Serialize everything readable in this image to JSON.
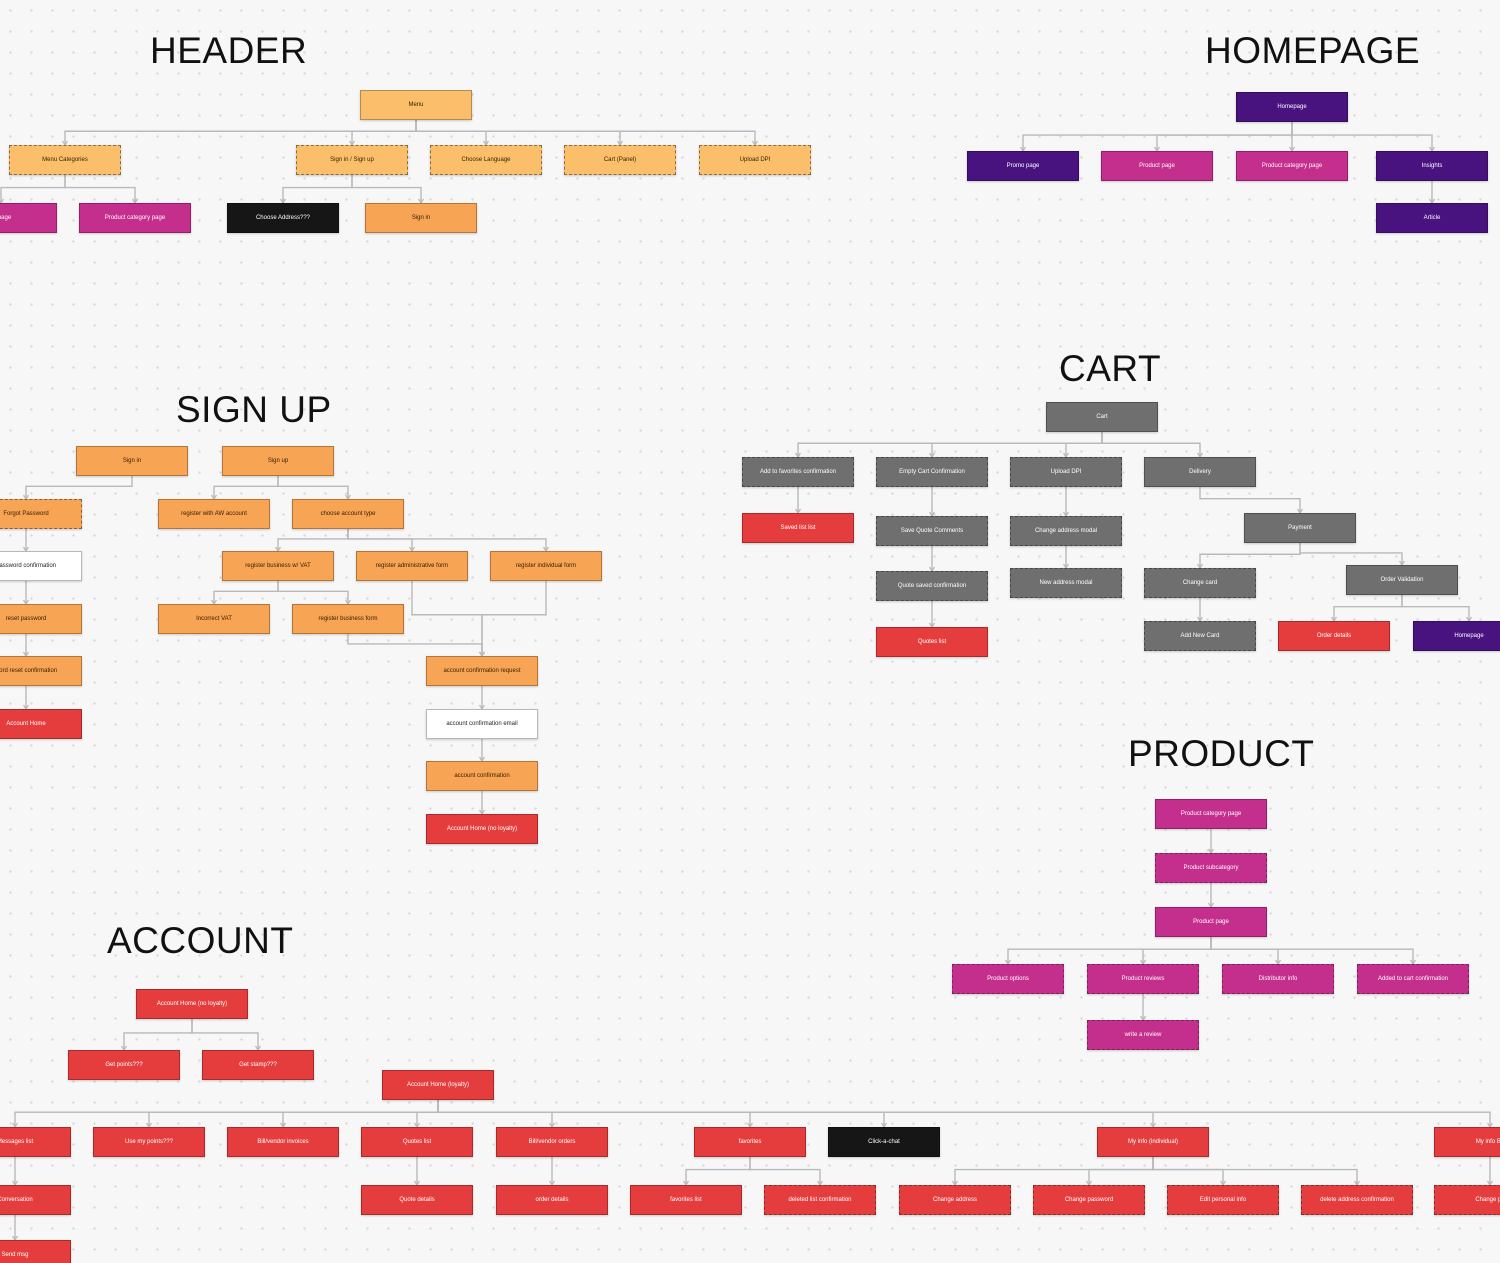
{
  "colors": {
    "orange": "#f7a455",
    "light_orange": "#fbbf6b",
    "red": "#e53d3d",
    "magenta": "#c42e8c",
    "purple": "#48127f",
    "gray": "#6f6f6f",
    "black": "#161616",
    "white": "#ffffff",
    "connector": "#b9b9b9",
    "canvas_dots": "#d4d4d4"
  },
  "sections": [
    {
      "id": "header",
      "title": "HEADER"
    },
    {
      "id": "homepage",
      "title": "HOMEPAGE"
    },
    {
      "id": "signup",
      "title": "SIGN UP"
    },
    {
      "id": "cart",
      "title": "CART"
    },
    {
      "id": "product",
      "title": "PRODUCT"
    },
    {
      "id": "account",
      "title": "ACCOUNT"
    }
  ],
  "nodes": [
    {
      "id": "h_menu",
      "label": "Menu",
      "color": "light_orange"
    },
    {
      "id": "h_menu_cat",
      "label": "Menu Categories",
      "color": "light_orange",
      "dashed": true
    },
    {
      "id": "h_signin",
      "label": "Sign in / Sign up",
      "color": "light_orange",
      "dashed": true
    },
    {
      "id": "h_lang",
      "label": "Choose Language",
      "color": "light_orange",
      "dashed": true
    },
    {
      "id": "h_cart",
      "label": "Cart (Panel)",
      "color": "light_orange",
      "dashed": true
    },
    {
      "id": "h_upload",
      "label": "Upload DPI",
      "color": "light_orange",
      "dashed": true
    },
    {
      "id": "h_promo",
      "label": "er page",
      "color": "magenta"
    },
    {
      "id": "h_prodcat",
      "label": "Product category page",
      "color": "magenta"
    },
    {
      "id": "h_address",
      "label": "Choose Address???",
      "color": "black"
    },
    {
      "id": "h_signin2",
      "label": "Sign in",
      "color": "orange"
    },
    {
      "id": "hp_home",
      "label": "Homepage",
      "color": "purple"
    },
    {
      "id": "hp_promo",
      "label": "Promo page",
      "color": "purple"
    },
    {
      "id": "hp_product",
      "label": "Product page",
      "color": "magenta"
    },
    {
      "id": "hp_prodcat",
      "label": "Product category page",
      "color": "magenta"
    },
    {
      "id": "hp_insights",
      "label": "Insights",
      "color": "purple"
    },
    {
      "id": "hp_article",
      "label": "Article",
      "color": "purple"
    },
    {
      "id": "s_signin",
      "label": "Sign in",
      "color": "orange"
    },
    {
      "id": "s_signup",
      "label": "Sign up",
      "color": "orange"
    },
    {
      "id": "s_forgot",
      "label": "Forgot Password",
      "color": "orange",
      "dashed": true
    },
    {
      "id": "s_pwconf",
      "label": "password confirmation",
      "color": "white"
    },
    {
      "id": "s_reset",
      "label": "reset password",
      "color": "orange"
    },
    {
      "id": "s_pwreset",
      "label": "word reset confirmation",
      "color": "orange"
    },
    {
      "id": "s_acchome",
      "label": "Account Home",
      "color": "red"
    },
    {
      "id": "s_register_aw",
      "label": "register with AW account",
      "color": "orange"
    },
    {
      "id": "s_choose_type",
      "label": "choose account type",
      "color": "orange"
    },
    {
      "id": "s_reg_vat",
      "label": "register business w/ VAT",
      "color": "orange"
    },
    {
      "id": "s_reg_admin",
      "label": "register administrative form",
      "color": "orange"
    },
    {
      "id": "s_reg_indiv",
      "label": "register individual form",
      "color": "orange"
    },
    {
      "id": "s_incorrect_vat",
      "label": "Incorrect VAT",
      "color": "orange"
    },
    {
      "id": "s_reg_biz_form",
      "label": "register business form",
      "color": "orange"
    },
    {
      "id": "s_acc_conf_req",
      "label": "account confirmation request",
      "color": "orange"
    },
    {
      "id": "s_acc_conf_email",
      "label": "account confirmation email",
      "color": "white"
    },
    {
      "id": "s_acc_confirm",
      "label": "account confirmation",
      "color": "orange"
    },
    {
      "id": "s_acc_home_loyal",
      "label": "Account Home (no loyalty)",
      "color": "red"
    },
    {
      "id": "c_cart",
      "label": "Cart",
      "color": "gray"
    },
    {
      "id": "c_fav_conf",
      "label": "Add to favorites confirmation",
      "color": "gray",
      "dashed": true
    },
    {
      "id": "c_empty_conf",
      "label": "Empty Cart Confirmation",
      "color": "gray",
      "dashed": true
    },
    {
      "id": "c_upload",
      "label": "Upload DPI",
      "color": "gray",
      "dashed": true
    },
    {
      "id": "c_delivery",
      "label": "Delivery",
      "color": "gray"
    },
    {
      "id": "c_saved_list",
      "label": "Saved list list",
      "color": "red"
    },
    {
      "id": "c_save_quote",
      "label": "Save Quote Comments",
      "color": "gray",
      "dashed": true
    },
    {
      "id": "c_change_addr",
      "label": "Change address modal",
      "color": "gray",
      "dashed": true
    },
    {
      "id": "c_payment",
      "label": "Payment",
      "color": "gray"
    },
    {
      "id": "c_quote_saved",
      "label": "Quote saved confirmation",
      "color": "gray",
      "dashed": true
    },
    {
      "id": "c_new_addr",
      "label": "New address modal",
      "color": "gray",
      "dashed": true
    },
    {
      "id": "c_change_card",
      "label": "Change card",
      "color": "gray",
      "dashed": true
    },
    {
      "id": "c_order_valid",
      "label": "Order Validation",
      "color": "gray"
    },
    {
      "id": "c_quotes",
      "label": "Quotes list",
      "color": "red"
    },
    {
      "id": "c_add_card",
      "label": "Add New Card",
      "color": "gray",
      "dashed": true
    },
    {
      "id": "c_order_details",
      "label": "Order details",
      "color": "red"
    },
    {
      "id": "c_homepage",
      "label": "Homepage",
      "color": "purple"
    },
    {
      "id": "p_cat",
      "label": "Product category page",
      "color": "magenta"
    },
    {
      "id": "p_subcat",
      "label": "Product subcategory",
      "color": "magenta",
      "dashed": true
    },
    {
      "id": "p_page",
      "label": "Product page",
      "color": "magenta"
    },
    {
      "id": "p_options",
      "label": "Product options",
      "color": "magenta",
      "dashed": true
    },
    {
      "id": "p_reviews",
      "label": "Product reviews",
      "color": "magenta",
      "dashed": true
    },
    {
      "id": "p_distrib",
      "label": "Distributor info",
      "color": "magenta",
      "dashed": true
    },
    {
      "id": "p_added",
      "label": "Added to cart confirmation",
      "color": "magenta",
      "dashed": true
    },
    {
      "id": "p_write",
      "label": "write a review",
      "color": "magenta",
      "dashed": true
    },
    {
      "id": "a_home_loyal",
      "label": "Account Home (no loyalty)",
      "color": "red"
    },
    {
      "id": "a_get_points",
      "label": "Get points???",
      "color": "red"
    },
    {
      "id": "a_get_stamp",
      "label": "Get stamp???",
      "color": "red"
    },
    {
      "id": "a_home_loyalty",
      "label": "Account Home (loyalty)",
      "color": "red"
    },
    {
      "id": "a_messages",
      "label": "Messages list",
      "color": "red"
    },
    {
      "id": "a_use_points",
      "label": "Use my points???",
      "color": "red"
    },
    {
      "id": "a_invoices",
      "label": "Bill/vendor invoices",
      "color": "red"
    },
    {
      "id": "a_quotes",
      "label": "Quotes list",
      "color": "red"
    },
    {
      "id": "a_orders",
      "label": "Bill/vendor orders",
      "color": "red"
    },
    {
      "id": "a_favorites",
      "label": "favorites",
      "color": "red"
    },
    {
      "id": "a_chat",
      "label": "Click-a-chat",
      "color": "black"
    },
    {
      "id": "a_my_info",
      "label": "My info (individual)",
      "color": "red"
    },
    {
      "id": "a_my_info_b",
      "label": "My info Bu",
      "color": "red"
    },
    {
      "id": "a_conversation",
      "label": "Conversation",
      "color": "red"
    },
    {
      "id": "a_quote_details",
      "label": "Quote details",
      "color": "red"
    },
    {
      "id": "a_order_details",
      "label": "order details",
      "color": "red"
    },
    {
      "id": "a_fav_list",
      "label": "favorites list",
      "color": "red"
    },
    {
      "id": "a_del_conf",
      "label": "deleted list confirmation",
      "color": "red",
      "dashed": true
    },
    {
      "id": "a_change_addr",
      "label": "Change address",
      "color": "red",
      "dashed": true
    },
    {
      "id": "a_change_pw",
      "label": "Change password",
      "color": "red",
      "dashed": true
    },
    {
      "id": "a_edit_info",
      "label": "Edit personal info",
      "color": "red",
      "dashed": true
    },
    {
      "id": "a_del_addr",
      "label": "delete address confirmation",
      "color": "red",
      "dashed": true
    },
    {
      "id": "a_change_b",
      "label": "Change pa",
      "color": "red",
      "dashed": true
    },
    {
      "id": "a_new_msg",
      "label": "Send msg",
      "color": "red"
    }
  ],
  "edges": [
    [
      "h_menu",
      "h_menu_cat"
    ],
    [
      "h_menu",
      "h_signin"
    ],
    [
      "h_menu",
      "h_lang"
    ],
    [
      "h_menu",
      "h_cart"
    ],
    [
      "h_menu",
      "h_upload"
    ],
    [
      "h_menu_cat",
      "h_promo"
    ],
    [
      "h_menu_cat",
      "h_prodcat"
    ],
    [
      "h_signin",
      "h_address"
    ],
    [
      "h_signin",
      "h_signin2"
    ],
    [
      "hp_home",
      "hp_promo"
    ],
    [
      "hp_home",
      "hp_product"
    ],
    [
      "hp_home",
      "hp_prodcat"
    ],
    [
      "hp_home",
      "hp_insights"
    ],
    [
      "hp_insights",
      "hp_article"
    ],
    [
      "s_signin",
      "s_forgot"
    ],
    [
      "s_forgot",
      "s_pwconf"
    ],
    [
      "s_pwconf",
      "s_reset"
    ],
    [
      "s_reset",
      "s_pwreset"
    ],
    [
      "s_pwreset",
      "s_acchome"
    ],
    [
      "s_signup",
      "s_register_aw"
    ],
    [
      "s_signup",
      "s_choose_type"
    ],
    [
      "s_choose_type",
      "s_reg_vat"
    ],
    [
      "s_choose_type",
      "s_reg_admin"
    ],
    [
      "s_choose_type",
      "s_reg_indiv"
    ],
    [
      "s_reg_vat",
      "s_incorrect_vat"
    ],
    [
      "s_reg_vat",
      "s_reg_biz_form"
    ],
    [
      "s_reg_biz_form",
      "s_acc_conf_req"
    ],
    [
      "s_reg_admin",
      "s_acc_conf_req"
    ],
    [
      "s_reg_indiv",
      "s_acc_conf_req"
    ],
    [
      "s_acc_conf_req",
      "s_acc_conf_email"
    ],
    [
      "s_acc_conf_email",
      "s_acc_confirm"
    ],
    [
      "s_acc_confirm",
      "s_acc_home_loyal"
    ],
    [
      "c_cart",
      "c_fav_conf"
    ],
    [
      "c_cart",
      "c_empty_conf"
    ],
    [
      "c_cart",
      "c_upload"
    ],
    [
      "c_cart",
      "c_delivery"
    ],
    [
      "c_fav_conf",
      "c_saved_list"
    ],
    [
      "c_empty_conf",
      "c_save_quote"
    ],
    [
      "c_save_quote",
      "c_quote_saved"
    ],
    [
      "c_quote_saved",
      "c_quotes"
    ],
    [
      "c_upload",
      "c_change_addr"
    ],
    [
      "c_change_addr",
      "c_new_addr"
    ],
    [
      "c_delivery",
      "c_payment"
    ],
    [
      "c_payment",
      "c_change_card"
    ],
    [
      "c_payment",
      "c_order_valid"
    ],
    [
      "c_change_card",
      "c_add_card"
    ],
    [
      "c_order_valid",
      "c_order_details"
    ],
    [
      "c_order_valid",
      "c_homepage"
    ],
    [
      "p_cat",
      "p_subcat"
    ],
    [
      "p_subcat",
      "p_page"
    ],
    [
      "p_page",
      "p_options"
    ],
    [
      "p_page",
      "p_reviews"
    ],
    [
      "p_page",
      "p_distrib"
    ],
    [
      "p_page",
      "p_added"
    ],
    [
      "p_reviews",
      "p_write"
    ],
    [
      "a_home_loyal",
      "a_get_points"
    ],
    [
      "a_home_loyal",
      "a_get_stamp"
    ],
    [
      "a_home_loyalty",
      "a_messages"
    ],
    [
      "a_home_loyalty",
      "a_use_points"
    ],
    [
      "a_home_loyalty",
      "a_invoices"
    ],
    [
      "a_home_loyalty",
      "a_quotes"
    ],
    [
      "a_home_loyalty",
      "a_orders"
    ],
    [
      "a_home_loyalty",
      "a_favorites"
    ],
    [
      "a_home_loyalty",
      "a_chat"
    ],
    [
      "a_home_loyalty",
      "a_my_info"
    ],
    [
      "a_home_loyalty",
      "a_my_info_b"
    ],
    [
      "a_messages",
      "a_conversation"
    ],
    [
      "a_conversation",
      "a_new_msg"
    ],
    [
      "a_quotes",
      "a_quote_details"
    ],
    [
      "a_orders",
      "a_order_details"
    ],
    [
      "a_favorites",
      "a_fav_list"
    ],
    [
      "a_favorites",
      "a_del_conf"
    ],
    [
      "a_my_info",
      "a_change_addr"
    ],
    [
      "a_my_info",
      "a_change_pw"
    ],
    [
      "a_my_info",
      "a_edit_info"
    ],
    [
      "a_my_info",
      "a_del_addr"
    ],
    [
      "a_my_info_b",
      "a_change_b"
    ]
  ]
}
